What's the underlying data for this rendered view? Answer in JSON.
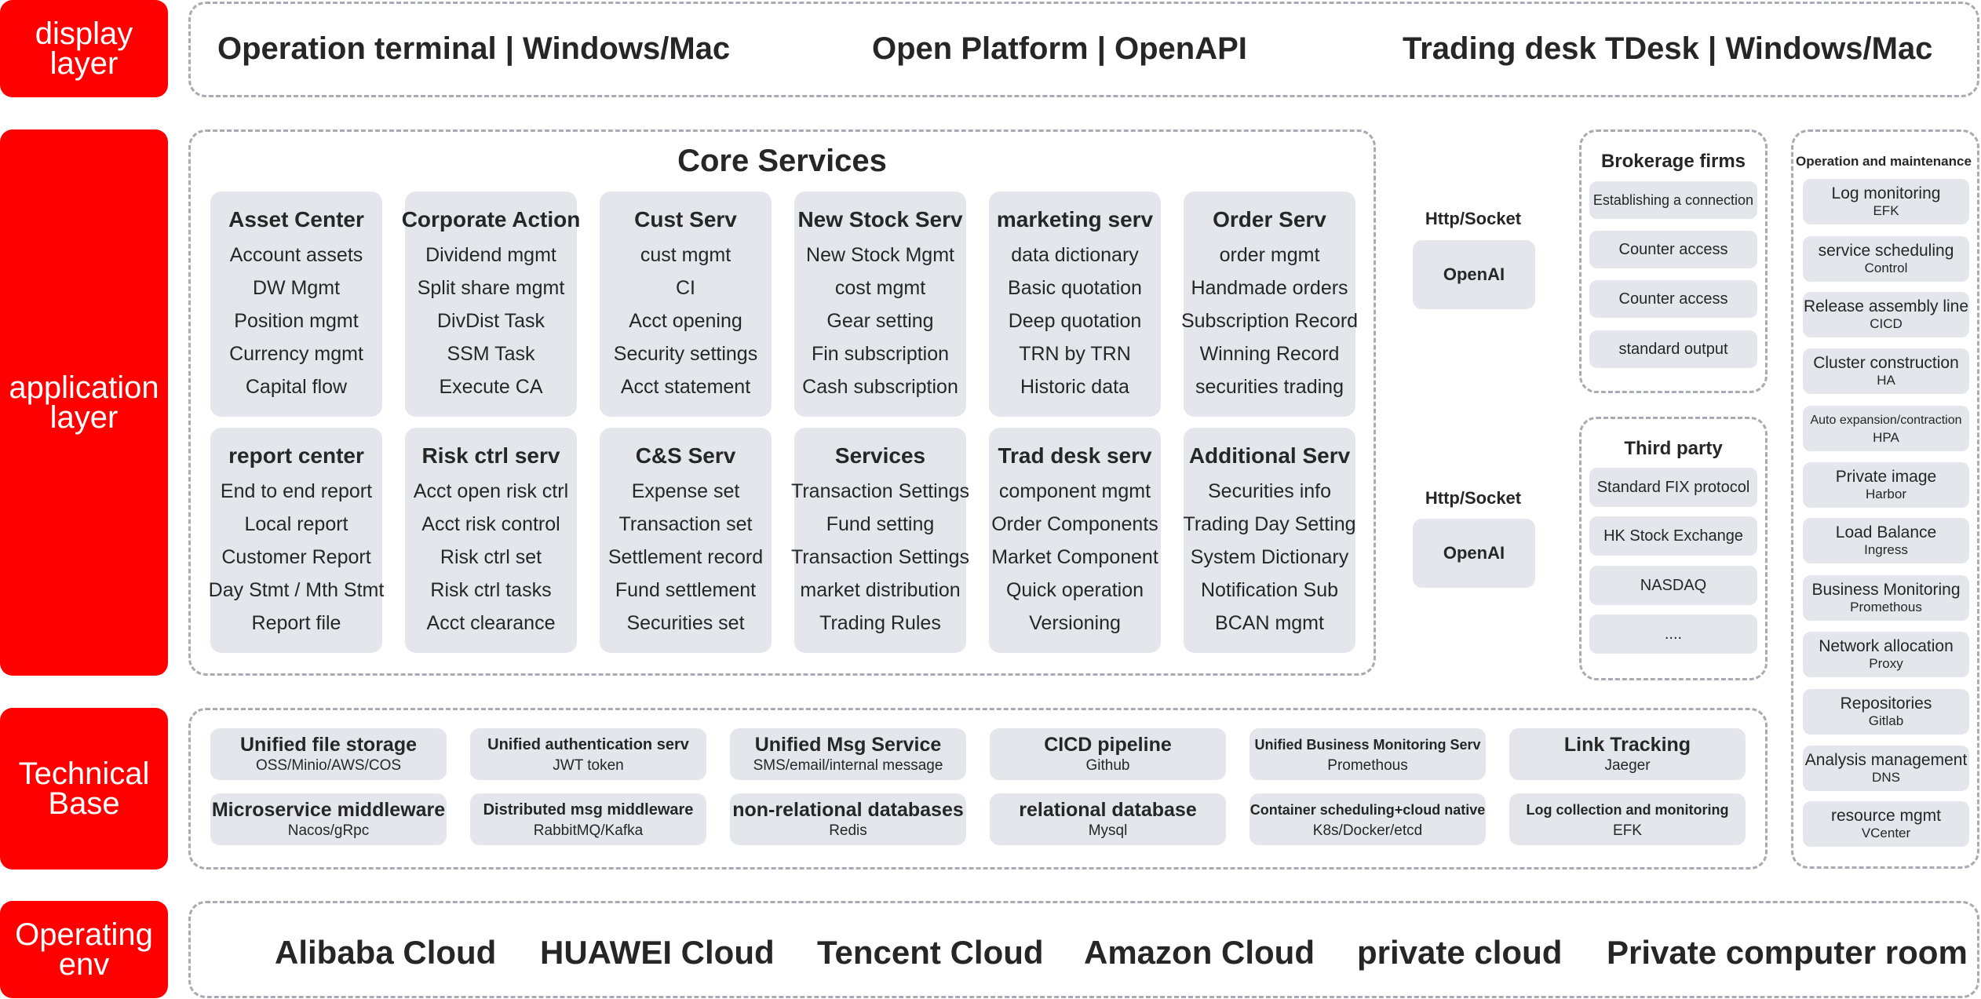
{
  "layers": {
    "display": "display\nlayer",
    "application": "application\nlayer",
    "technical": "Technical\nBase",
    "operating": "Operating\nenv"
  },
  "display_items": [
    "Operation terminal | Windows/Mac",
    "Open Platform | OpenAPI",
    "Trading desk TDesk | Windows/Mac"
  ],
  "core": {
    "title": "Core Services",
    "cards": [
      {
        "title": "Asset Center",
        "items": [
          "Account assets",
          "DW Mgmt",
          "Position mgmt",
          "Currency mgmt",
          "Capital flow"
        ]
      },
      {
        "title": "Corporate Action",
        "items": [
          "Dividend mgmt",
          "Split share mgmt",
          "DivDist Task",
          "SSM Task",
          "Execute CA"
        ]
      },
      {
        "title": "Cust Serv",
        "items": [
          "cust mgmt",
          "CI",
          "Acct opening",
          "Security settings",
          "Acct statement"
        ]
      },
      {
        "title": "New Stock Serv",
        "items": [
          "New Stock Mgmt",
          "cost mgmt",
          "Gear setting",
          "Fin subscription",
          "Cash subscription"
        ]
      },
      {
        "title": "marketing serv",
        "items": [
          "data dictionary",
          "Basic quotation",
          "Deep quotation",
          "TRN by TRN",
          "Historic data"
        ]
      },
      {
        "title": "Order Serv",
        "items": [
          "order mgmt",
          "Handmade orders",
          "Subscription Record",
          "Winning Record",
          "securities trading"
        ]
      },
      {
        "title": "report center",
        "items": [
          "End to end report",
          "Local report",
          "Customer Report",
          "Day Stmt / Mth Stmt",
          "Report file"
        ]
      },
      {
        "title": "Risk ctrl serv",
        "items": [
          "Acct open risk ctrl",
          "Acct risk control",
          "Risk ctrl set",
          "Risk ctrl tasks",
          "Acct clearance"
        ]
      },
      {
        "title": "C&S Serv",
        "items": [
          "Expense set",
          "Transaction set",
          "Settlement record",
          "Fund settlement",
          "Securities set"
        ]
      },
      {
        "title": "Services",
        "items": [
          "Transaction Settings",
          "Fund setting",
          "Transaction Settings",
          "market distribution",
          "Trading Rules"
        ]
      },
      {
        "title": "Trad desk serv",
        "items": [
          "component mgmt",
          "Order Components",
          "Market Component",
          "Quick operation",
          "Versioning"
        ]
      },
      {
        "title": "Additional Serv",
        "items": [
          "Securities info",
          "Trading Day Setting",
          "System Dictionary",
          "Notification Sub",
          "BCAN mgmt"
        ]
      }
    ]
  },
  "gateway": {
    "protocol_top": "Http/Socket",
    "openai_top": "OpenAI",
    "protocol_bottom": "Http/Socket",
    "openai_bottom": "OpenAI"
  },
  "brokerage": {
    "title": "Brokerage firms",
    "items": [
      "Establishing a connection",
      "Counter access",
      "Counter access",
      "standard output"
    ]
  },
  "third_party": {
    "title": "Third party",
    "items": [
      "Standard FIX protocol",
      "HK Stock Exchange",
      "NASDAQ",
      "...."
    ]
  },
  "ops": {
    "title": "Operation and maintenance",
    "items": [
      {
        "name": "Log monitoring",
        "sub": "EFK"
      },
      {
        "name": "service scheduling",
        "sub": "Control"
      },
      {
        "name": "Release assembly line",
        "sub": "CICD"
      },
      {
        "name": "Cluster construction",
        "sub": "HA"
      },
      {
        "name": "Auto expansion/contraction",
        "sub": "HPA"
      },
      {
        "name": "Private image",
        "sub": "Harbor"
      },
      {
        "name": "Load Balance",
        "sub": "Ingress"
      },
      {
        "name": "Business Monitoring",
        "sub": "Promethous"
      },
      {
        "name": "Network allocation",
        "sub": "Proxy"
      },
      {
        "name": "Repositories",
        "sub": "Gitlab"
      },
      {
        "name": "Analysis management",
        "sub": "DNS"
      },
      {
        "name": "resource mgmt",
        "sub": "VCenter"
      }
    ]
  },
  "technical": {
    "items": [
      {
        "name": "Unified file storage",
        "sub": "OSS/Minio/AWS/COS"
      },
      {
        "name": "Unified authentication serv",
        "sub": "JWT token"
      },
      {
        "name": "Unified Msg Service",
        "sub": "SMS/email/internal message"
      },
      {
        "name": "CICD pipeline",
        "sub": "Github"
      },
      {
        "name": "Unified Business Monitoring Serv",
        "sub": "Promethous"
      },
      {
        "name": "Link Tracking",
        "sub": "Jaeger"
      },
      {
        "name": "Microservice middleware",
        "sub": "Nacos/gRpc"
      },
      {
        "name": "Distributed msg middleware",
        "sub": "RabbitMQ/Kafka"
      },
      {
        "name": "non-relational databases",
        "sub": "Redis"
      },
      {
        "name": "relational database",
        "sub": "Mysql"
      },
      {
        "name": "Container scheduling+cloud native",
        "sub": "K8s/Docker/etcd"
      },
      {
        "name": "Log collection and monitoring",
        "sub": "EFK"
      }
    ]
  },
  "operating_env": [
    "Alibaba Cloud",
    "HUAWEI Cloud",
    "Tencent Cloud",
    "Amazon Cloud",
    "private cloud",
    "Private computer room"
  ],
  "colors": {
    "layer_label": "#ff0000",
    "card": "#e4e6eb",
    "dash": "#a9aab4",
    "text": "#262626"
  }
}
